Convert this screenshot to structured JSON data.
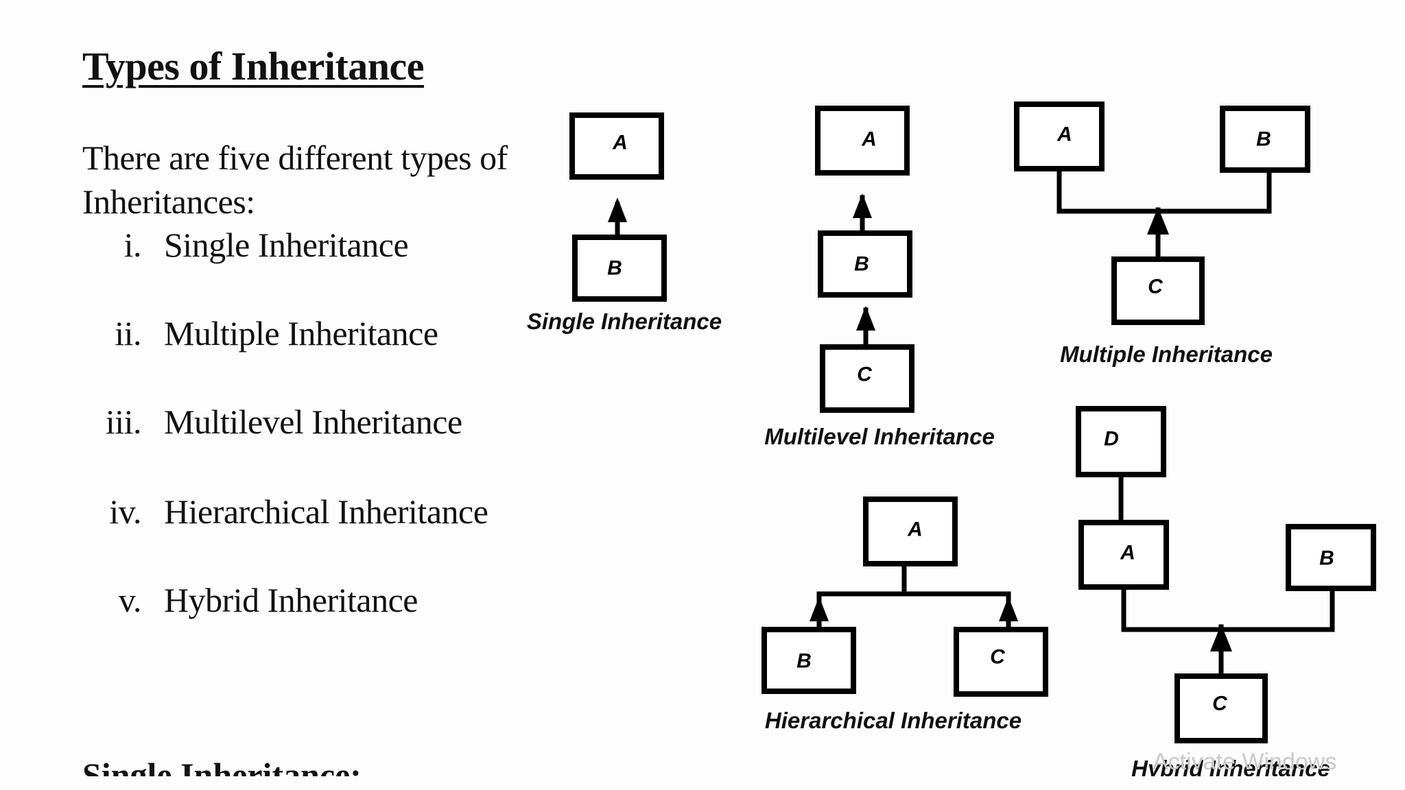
{
  "title": "Types of Inheritance",
  "intro": "There are five different types of Inheritances:",
  "types": [
    {
      "num": "i.",
      "label": "Single Inheritance"
    },
    {
      "num": "ii.",
      "label": "Multiple Inheritance"
    },
    {
      "num": "iii.",
      "label": "Multilevel Inheritance"
    },
    {
      "num": "iv.",
      "label": "Hierarchical Inheritance"
    },
    {
      "num": "v.",
      "label": "Hybrid Inheritance"
    }
  ],
  "subheading": "Single Inheritance:",
  "watermark": "Activate Windows",
  "diagrams": {
    "single": {
      "caption": "Single Inheritance",
      "nodes": [
        "A",
        "B"
      ]
    },
    "multilevel": {
      "caption": "Multilevel Inheritance",
      "nodes": [
        "A",
        "B",
        "C"
      ]
    },
    "multiple": {
      "caption": "Multiple Inheritance",
      "nodes": [
        "A",
        "B",
        "C"
      ]
    },
    "hierarchical": {
      "caption": "Hierarchical Inheritance",
      "nodes": [
        "A",
        "B",
        "C"
      ]
    },
    "hybrid": {
      "caption": "Hybrid Inheritance",
      "nodes": [
        "D",
        "A",
        "B",
        "C"
      ]
    }
  }
}
